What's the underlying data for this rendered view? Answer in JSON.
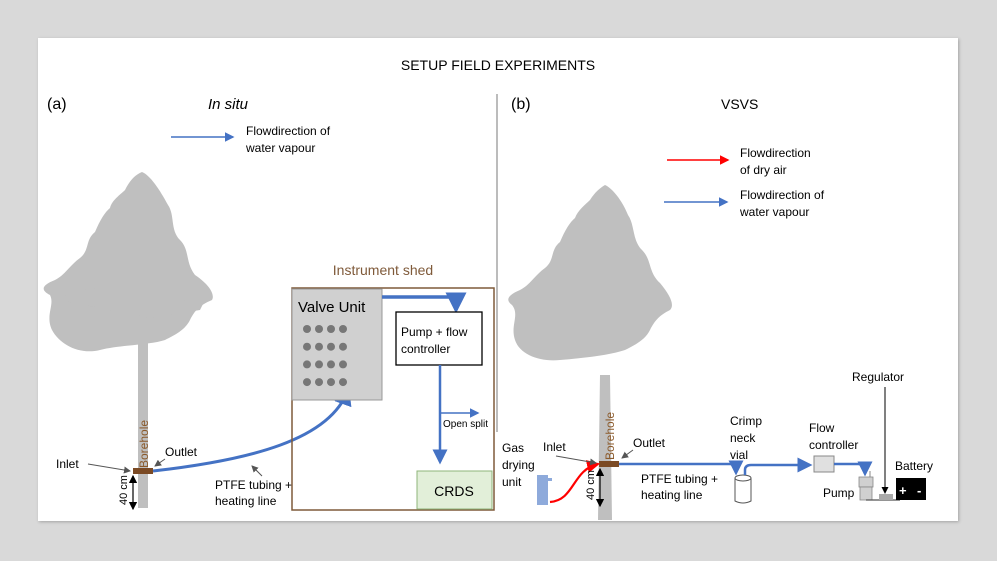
{
  "title": "SETUP FIELD EXPERIMENTS",
  "colors": {
    "water_vapour": "#4472c4",
    "dry_air": "#ff0000",
    "tree": "#bfbfbf",
    "borehole_label": "#8b5a2b",
    "shed_border": "#7f5a3a",
    "valve_unit_fill": "#d0d0d0",
    "crds_fill": "#e2efd9",
    "crds_border": "#8fb47a",
    "gas_drying_unit": "#8eaadb"
  },
  "panel_a": {
    "label": "(a)",
    "title": "In situ",
    "legend": [
      {
        "line1": "Flowdirection of",
        "line2": "water vapour",
        "color_key": "water_vapour"
      }
    ],
    "borehole": "Borehole",
    "inlet": "Inlet",
    "outlet": "Outlet",
    "depth": "40 cm",
    "tubing_line1": "PTFE tubing +",
    "tubing_line2": "heating line",
    "shed_title": "Instrument shed",
    "valve_unit": "Valve Unit",
    "valve_ports": 16,
    "pump_line1": "Pump + flow",
    "pump_line2": "controller",
    "open_split": "Open split",
    "crds": "CRDS"
  },
  "panel_b": {
    "label": "(b)",
    "title": "VSVS",
    "legend": [
      {
        "line1": "Flowdirection",
        "line2": "of dry air",
        "color_key": "dry_air"
      },
      {
        "line1": "Flowdirection of",
        "line2": "water vapour",
        "color_key": "water_vapour"
      }
    ],
    "borehole": "Borehole",
    "gas_drying": [
      "Gas",
      "drying",
      "unit"
    ],
    "inlet": "Inlet",
    "outlet": "Outlet",
    "depth": "40 cm",
    "tubing_line1": "PTFE tubing +",
    "tubing_line2": "heating line",
    "vial": [
      "Crimp",
      "neck",
      "vial"
    ],
    "flow_controller": [
      "Flow",
      "controller"
    ],
    "pump": "Pump",
    "regulator": "Regulator",
    "battery": "Battery",
    "battery_plus": "+",
    "battery_minus": "-"
  }
}
